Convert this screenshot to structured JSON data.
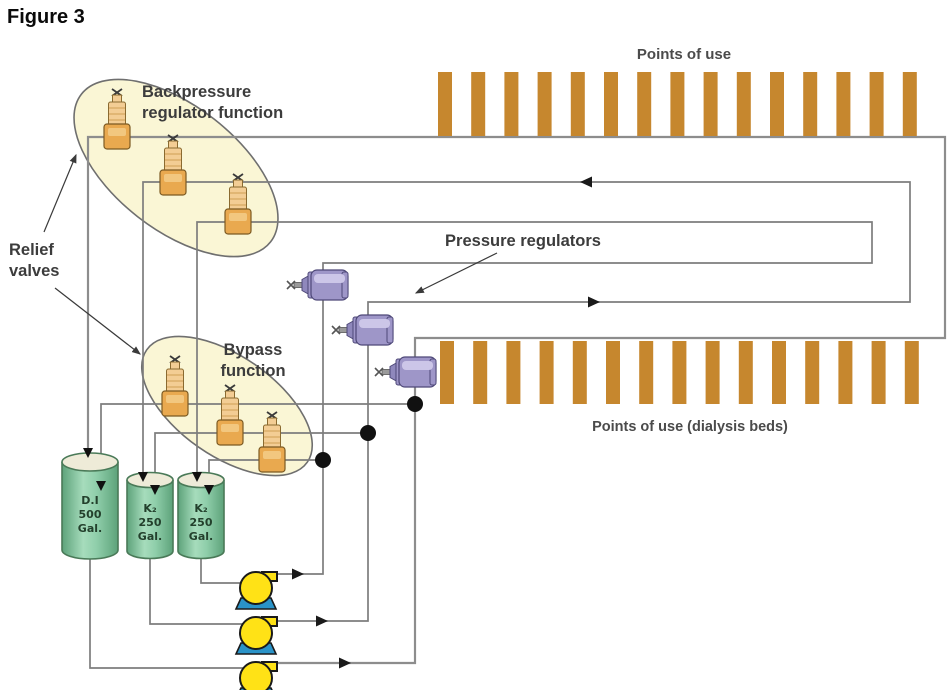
{
  "figure_title": "Figure 3",
  "labels": {
    "backpressure_line1": "Backpressure",
    "backpressure_line2": "regulator function",
    "relief_line1": "Relief",
    "relief_line2": "valves",
    "bypass_line1": "Bypass",
    "bypass_line2": "function",
    "pressure_regulators": "Pressure regulators"
  },
  "points_of_use": {
    "top_label": "Points of use",
    "top_bar_count": 15,
    "bottom_label": "Points of use (dialysis beds)",
    "bottom_bar_count": 15
  },
  "tanks": [
    {
      "line1": "D.I",
      "line2": "500",
      "line3": "Gal."
    },
    {
      "line1": "K₂",
      "line2": "250",
      "line3": "Gal."
    },
    {
      "line1": "K₂",
      "line2": "250",
      "line3": "Gal."
    }
  ],
  "components": {
    "backpressure_valves": 3,
    "bypass_valves": 3,
    "pressure_regulators": 3,
    "pumps": 3,
    "junction_dots": 3
  },
  "colors": {
    "pipe": "#7d7d7d",
    "points_of_use_bar": "#c6872e",
    "ellipse_fill": "#faf6d5",
    "valve_body": "#e9a94f",
    "valve_neck": "#f3cd94",
    "regulator_purple": "#9e96c8",
    "regulator_band": "#ccc6e8",
    "tank_green": "#63a97e",
    "tank_green_light": "#9ed8b4",
    "pump_yellow": "#ffe216",
    "pump_base_blue": "#2a93c8",
    "junction_dot": "#111111",
    "label_text": "#3c3c3c"
  }
}
